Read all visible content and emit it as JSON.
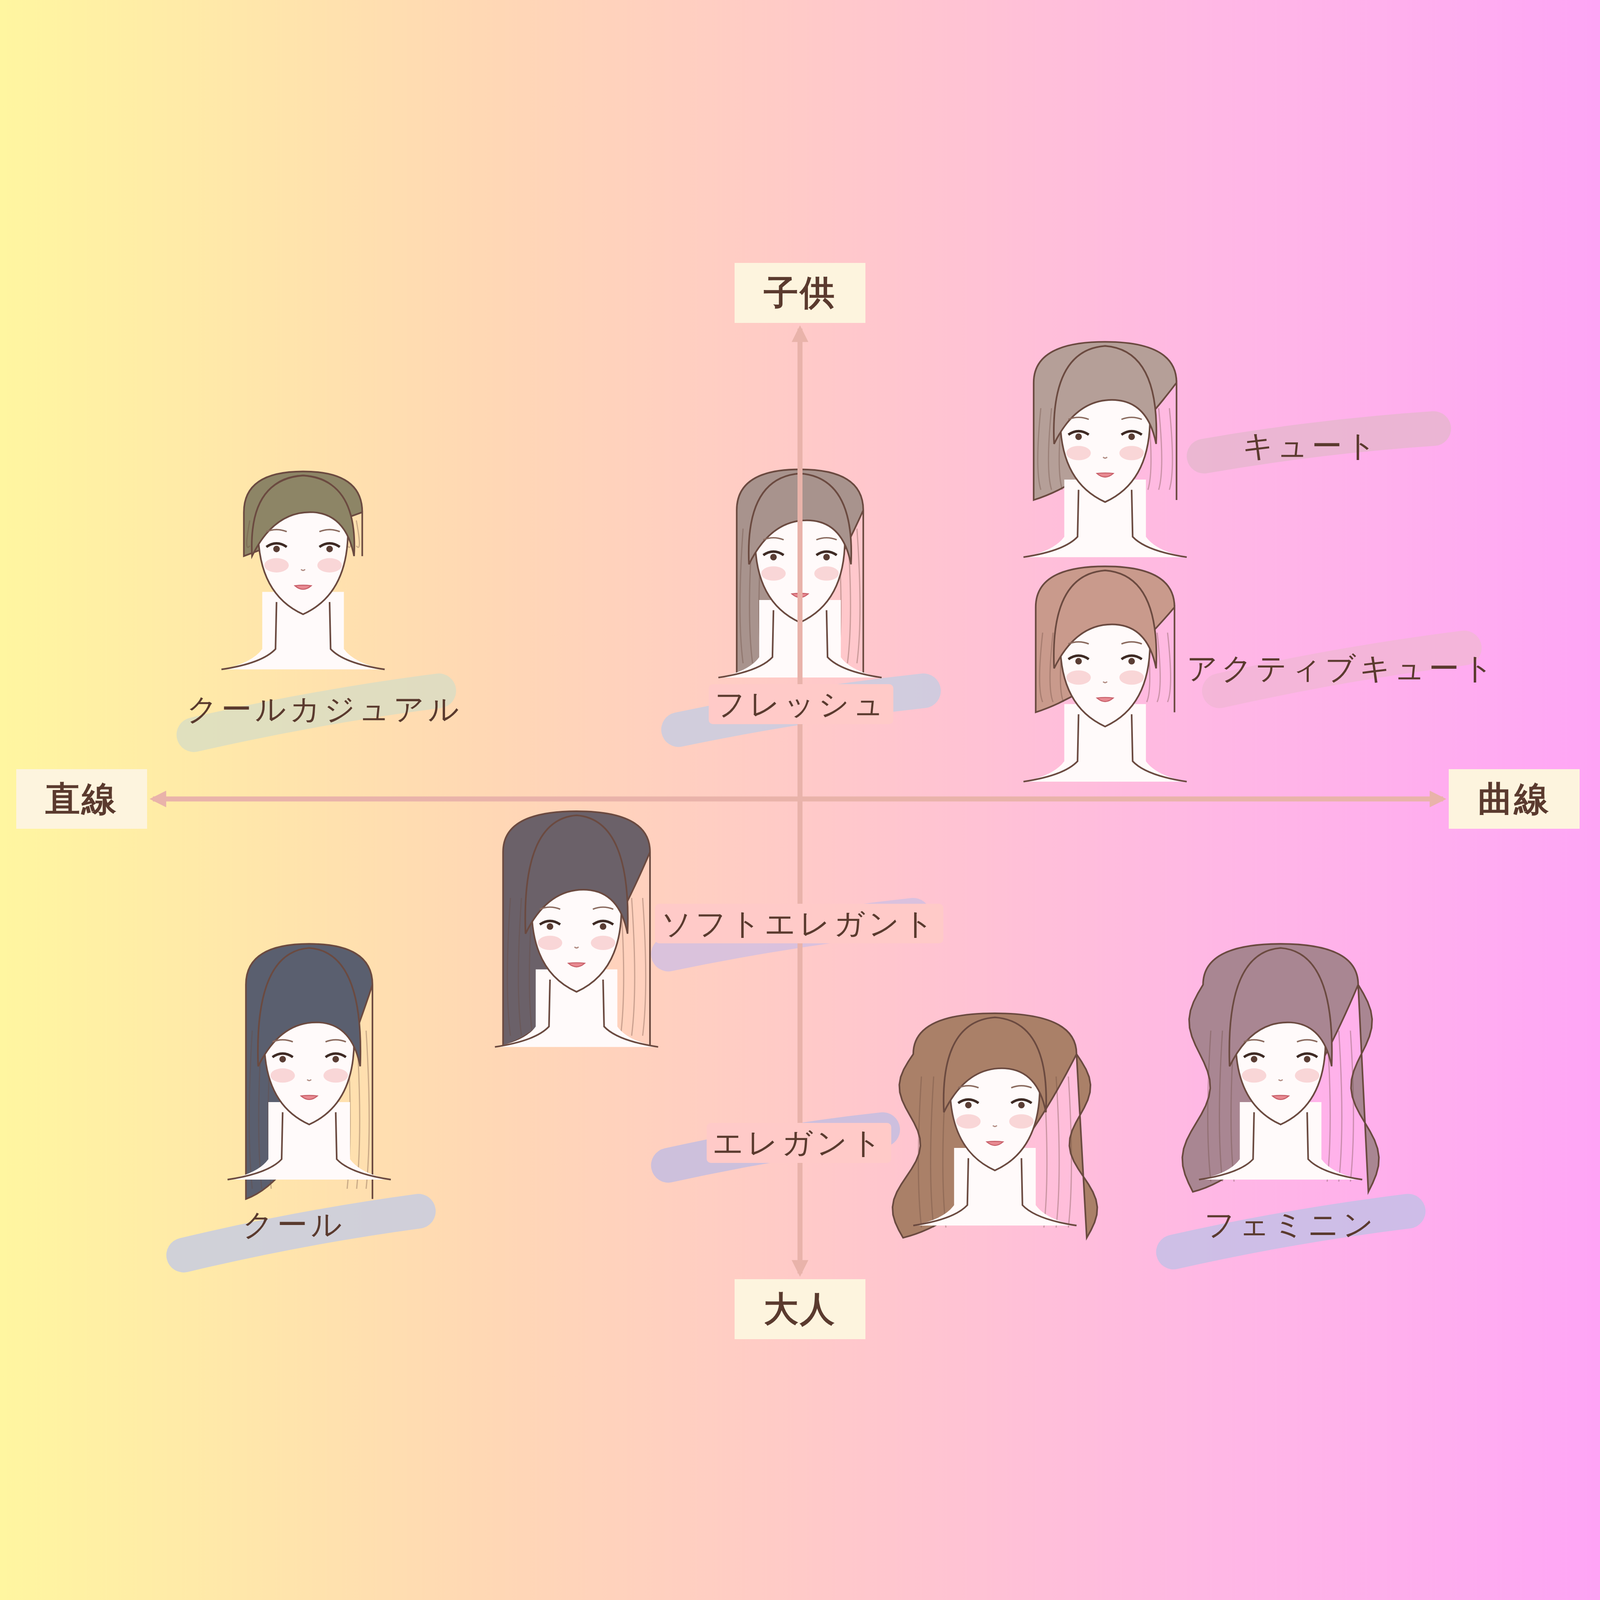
{
  "diagram": {
    "nodes": [
      {
        "text": [
          "子供"
        ]
      },
      {
        "text": [
          "直線"
        ]
      },
      {
        "text": [
          "曲線"
        ]
      },
      {
        "text": [
          "大人"
        ]
      }
    ],
    "edges": [
      {
        "from": 1,
        "to": 2,
        "arrow": "both"
      },
      {
        "from": 0,
        "to": 3,
        "arrow": "both"
      }
    ],
    "labels": [
      "キュート",
      "クールカジュアル",
      "フレッシュ",
      "アクティブキュート",
      "ソフトエレガント",
      "エレガント",
      "クール",
      "フェミニン"
    ]
  }
}
